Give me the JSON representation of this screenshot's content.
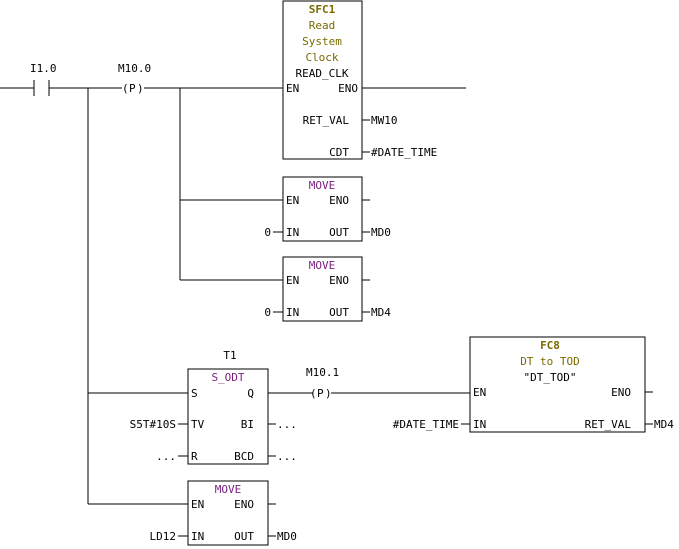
{
  "contact": {
    "address": "I1.0"
  },
  "edge_m10_0": {
    "address": "M10.0",
    "symbol": "P"
  },
  "sfc1": {
    "title": "SFC1",
    "comment": [
      "Read",
      "System",
      "Clock"
    ],
    "name": "READ_CLK",
    "en": "EN",
    "eno": "ENO",
    "ret_val": "RET_VAL",
    "ret_val_operand": "MW10",
    "cdt": "CDT",
    "cdt_operand": "#DATE_TIME"
  },
  "move1": {
    "title": "MOVE",
    "en": "EN",
    "eno": "ENO",
    "in": "IN",
    "out": "OUT",
    "in_operand": "0",
    "out_operand": "MD0"
  },
  "move2": {
    "title": "MOVE",
    "en": "EN",
    "eno": "ENO",
    "in": "IN",
    "out": "OUT",
    "in_operand": "0",
    "out_operand": "MD4"
  },
  "timer": {
    "address": "T1",
    "title": "S_ODT",
    "s": "S",
    "q": "Q",
    "tv": "TV",
    "bi": "BI",
    "r": "R",
    "bcd": "BCD",
    "tv_operand": "S5T#10S",
    "bi_operand": "...",
    "r_operand": "...",
    "bcd_operand": "..."
  },
  "edge_m10_1": {
    "address": "M10.1",
    "symbol": "P"
  },
  "fc8": {
    "title": "FC8",
    "comment": "DT to TOD",
    "name": "\"DT_TOD\"",
    "en": "EN",
    "eno": "ENO",
    "in": "IN",
    "ret_val": "RET_VAL",
    "in_operand": "#DATE_TIME",
    "ret_val_operand": "MD4"
  },
  "move3": {
    "title": "MOVE",
    "en": "EN",
    "eno": "ENO",
    "in": "IN",
    "out": "OUT",
    "in_operand": "LD12",
    "out_operand": "MD0"
  }
}
